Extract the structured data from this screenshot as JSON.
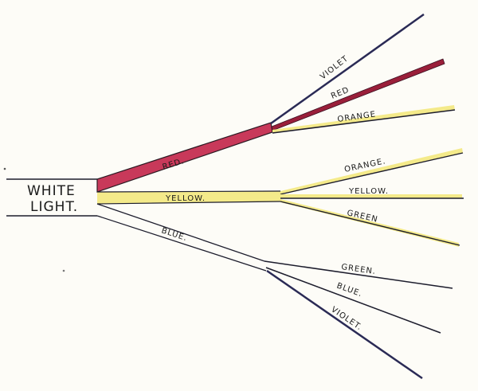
{
  "source": {
    "line1": "WHITE",
    "line2": "LIGHT."
  },
  "colors": {
    "red": "#c8395a",
    "yellow": "#f4ea8a",
    "ink": "#1c1c2c",
    "violet": "#2a2a55",
    "darkred": "#9a1f3a",
    "paper": "#fdfcf7"
  },
  "primary_beams": [
    {
      "label": "RED."
    },
    {
      "label": "YELLOW."
    },
    {
      "label": "BLUE."
    }
  ],
  "red_branches": [
    {
      "label": "VIOLET"
    },
    {
      "label": "RED"
    },
    {
      "label": "ORANGE"
    }
  ],
  "yellow_branches": [
    {
      "label": "ORANGE."
    },
    {
      "label": "YELLOW."
    },
    {
      "label": "GREEN"
    }
  ],
  "blue_branches": [
    {
      "label": "GREEN."
    },
    {
      "label": "BLUE."
    },
    {
      "label": "VIOLET."
    }
  ]
}
